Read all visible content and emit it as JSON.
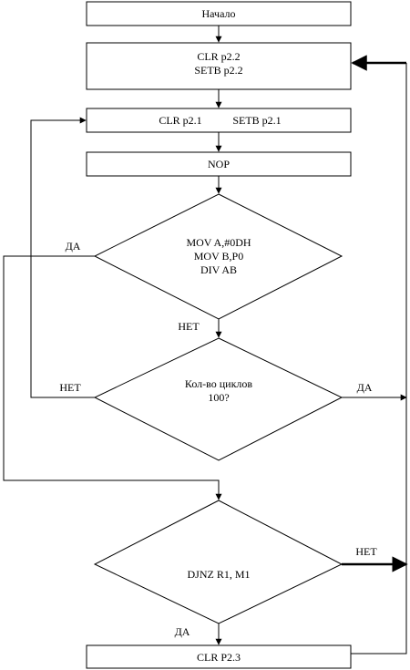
{
  "flowchart": {
    "start": "Начало",
    "block_clr_p22": [
      "CLR p2.2",
      "SETB p2.2"
    ],
    "block_clr_p21": [
      "CLR p2.1",
      "SETB p2.1"
    ],
    "block_nop": "NOP",
    "decision_div": [
      "MOV A,#0DH",
      "MOV B,P0",
      "DIV AB"
    ],
    "decision_cycles": [
      "Кол-во циклов",
      "100?"
    ],
    "decision_djnz": "DJNZ R1, M1",
    "block_end": "CLR P2.3",
    "labels": {
      "div_yes": "ДА",
      "div_no": "НЕТ",
      "cycles_no": "НЕТ",
      "cycles_yes": "ДА",
      "djnz_no": "НЕТ",
      "djnz_yes": "ДА"
    }
  }
}
